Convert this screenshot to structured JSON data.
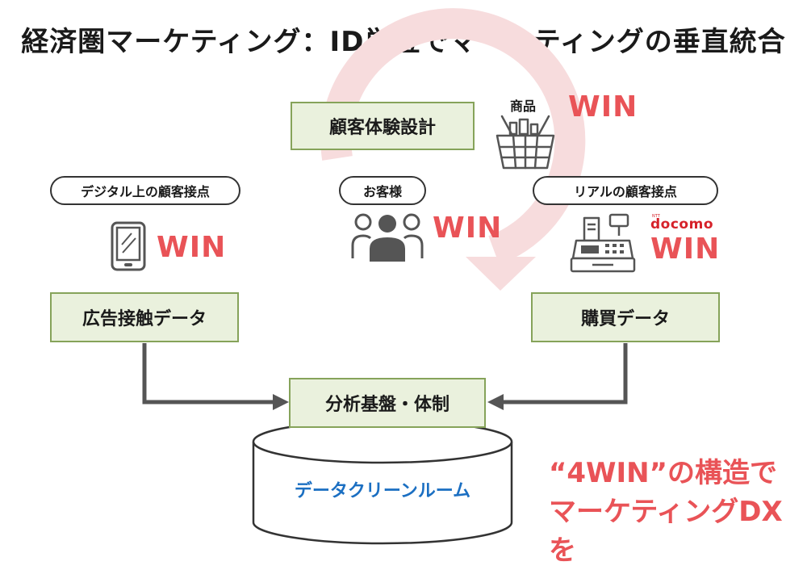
{
  "title": "経済圏マーケティング：ID単位でマーケティングの垂直統合",
  "boxes": {
    "cx_design": "顧客体験設計",
    "ad_data": "広告接触データ",
    "purchase_data": "購買データ",
    "analytics": "分析基盤・体制"
  },
  "pills": {
    "digital": "デジタル上の顧客接点",
    "customer": "お客様",
    "real": "リアルの顧客接点"
  },
  "labels": {
    "product": "商品",
    "docomo_brand": "docomo",
    "docomo_sub": "NTT",
    "clean_room": "データクリーンルーム"
  },
  "win": {
    "product": "WIN",
    "digital": "WIN",
    "customer": "WIN",
    "real": "WIN"
  },
  "tagline": {
    "line1": "“4WIN”の構造で",
    "line2": "マーケティングDXを"
  },
  "colors": {
    "win_red": "#e95357",
    "box_fill": "#eaf1dd",
    "box_border": "#86a35a",
    "cycle_arrow": "#f7dcdd",
    "connector": "#555555",
    "clean_room_text": "#1b6fc2"
  }
}
